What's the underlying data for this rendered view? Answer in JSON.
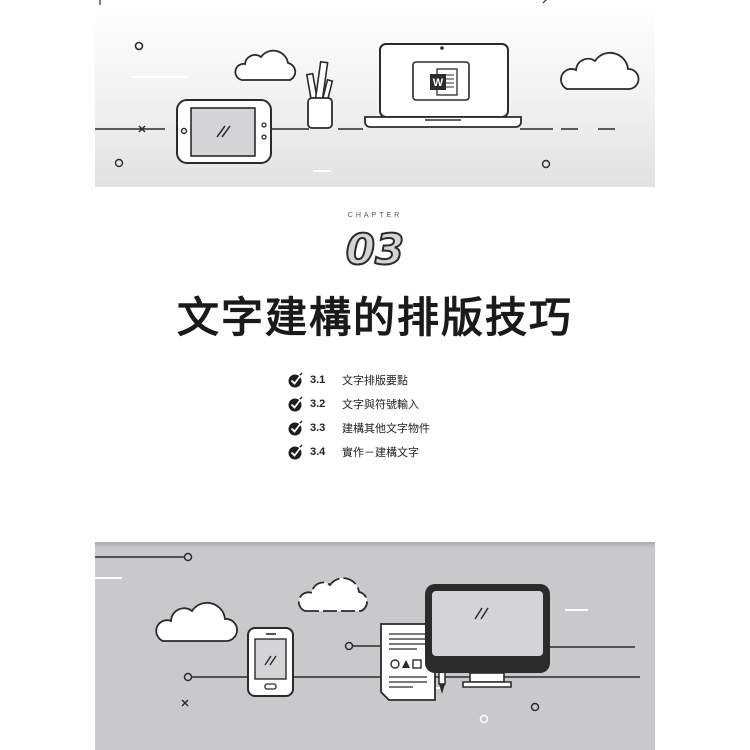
{
  "chapter": {
    "label": "CHAPTER",
    "number": "03",
    "title": "文字建構的排版技巧"
  },
  "toc": [
    {
      "number": "3.1",
      "text": "文字排版要點"
    },
    {
      "number": "3.2",
      "text": "文字與符號輸入"
    },
    {
      "number": "3.3",
      "text": "建構其他文字物件"
    },
    {
      "number": "3.4",
      "text": "實作－建構文字"
    }
  ],
  "illustrations": {
    "top": [
      "tablet-icon",
      "pencil-cup-icon",
      "laptop-icon",
      "word-document-icon",
      "cloud-icon"
    ],
    "bottom": [
      "cloud-icon",
      "smartphone-icon",
      "document-icon",
      "pen-icon",
      "monitor-icon"
    ],
    "word_letter": "W"
  },
  "colors": {
    "line": "#2b2b2b",
    "banner_top": "#e6e6e6",
    "banner_bottom": "#c9c9cb",
    "screen": "#d4d4d6",
    "word_blue": "#2b2b2b"
  }
}
